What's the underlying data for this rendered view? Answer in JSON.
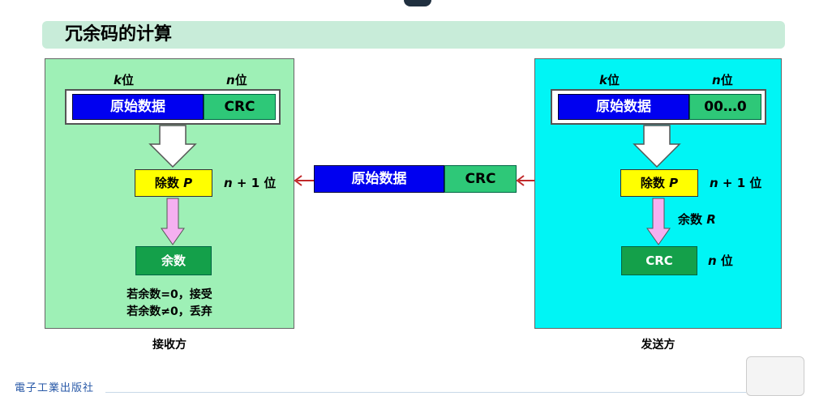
{
  "title": "冗余码的计算",
  "receiver": {
    "k_label": "k",
    "k_unit": "位",
    "n_label": "n",
    "n_unit": "位",
    "data_label": "原始数据",
    "crc_label": "CRC",
    "divisor_text": "除数 ",
    "divisor_var": "P",
    "n1_var": "n",
    "n1_text": " + 1 位",
    "remainder_label": "余数",
    "rule_accept": "若余数=0，接受",
    "rule_reject": "若余数≠0，丢弃",
    "caption": "接收方"
  },
  "transmission": {
    "data_label": "原始数据",
    "crc_label": "CRC"
  },
  "sender": {
    "k_label": "k",
    "k_unit": "位",
    "n_label": "n",
    "n_unit": "位",
    "data_label": "原始数据",
    "zeros_label": "00…0",
    "divisor_text": "除数 ",
    "divisor_var": "P",
    "n1_var": "n",
    "n1_text": " + 1 位",
    "remainder_text": "余数 ",
    "remainder_var": "R",
    "crc_label": "CRC",
    "crc_n_var": "n",
    "crc_n_unit": " 位",
    "caption": "发送方"
  },
  "footer": {
    "publisher": "電子工業出版社"
  },
  "colors": {
    "receiver_bg": "#9ef0b6",
    "sender_bg": "#00f5f5",
    "data_blue": "#0000f0",
    "crc_green": "#2ec878",
    "divisor_yellow": "#ffff00",
    "remainder_green": "#14a04a",
    "arrow_red": "#c0282a"
  }
}
